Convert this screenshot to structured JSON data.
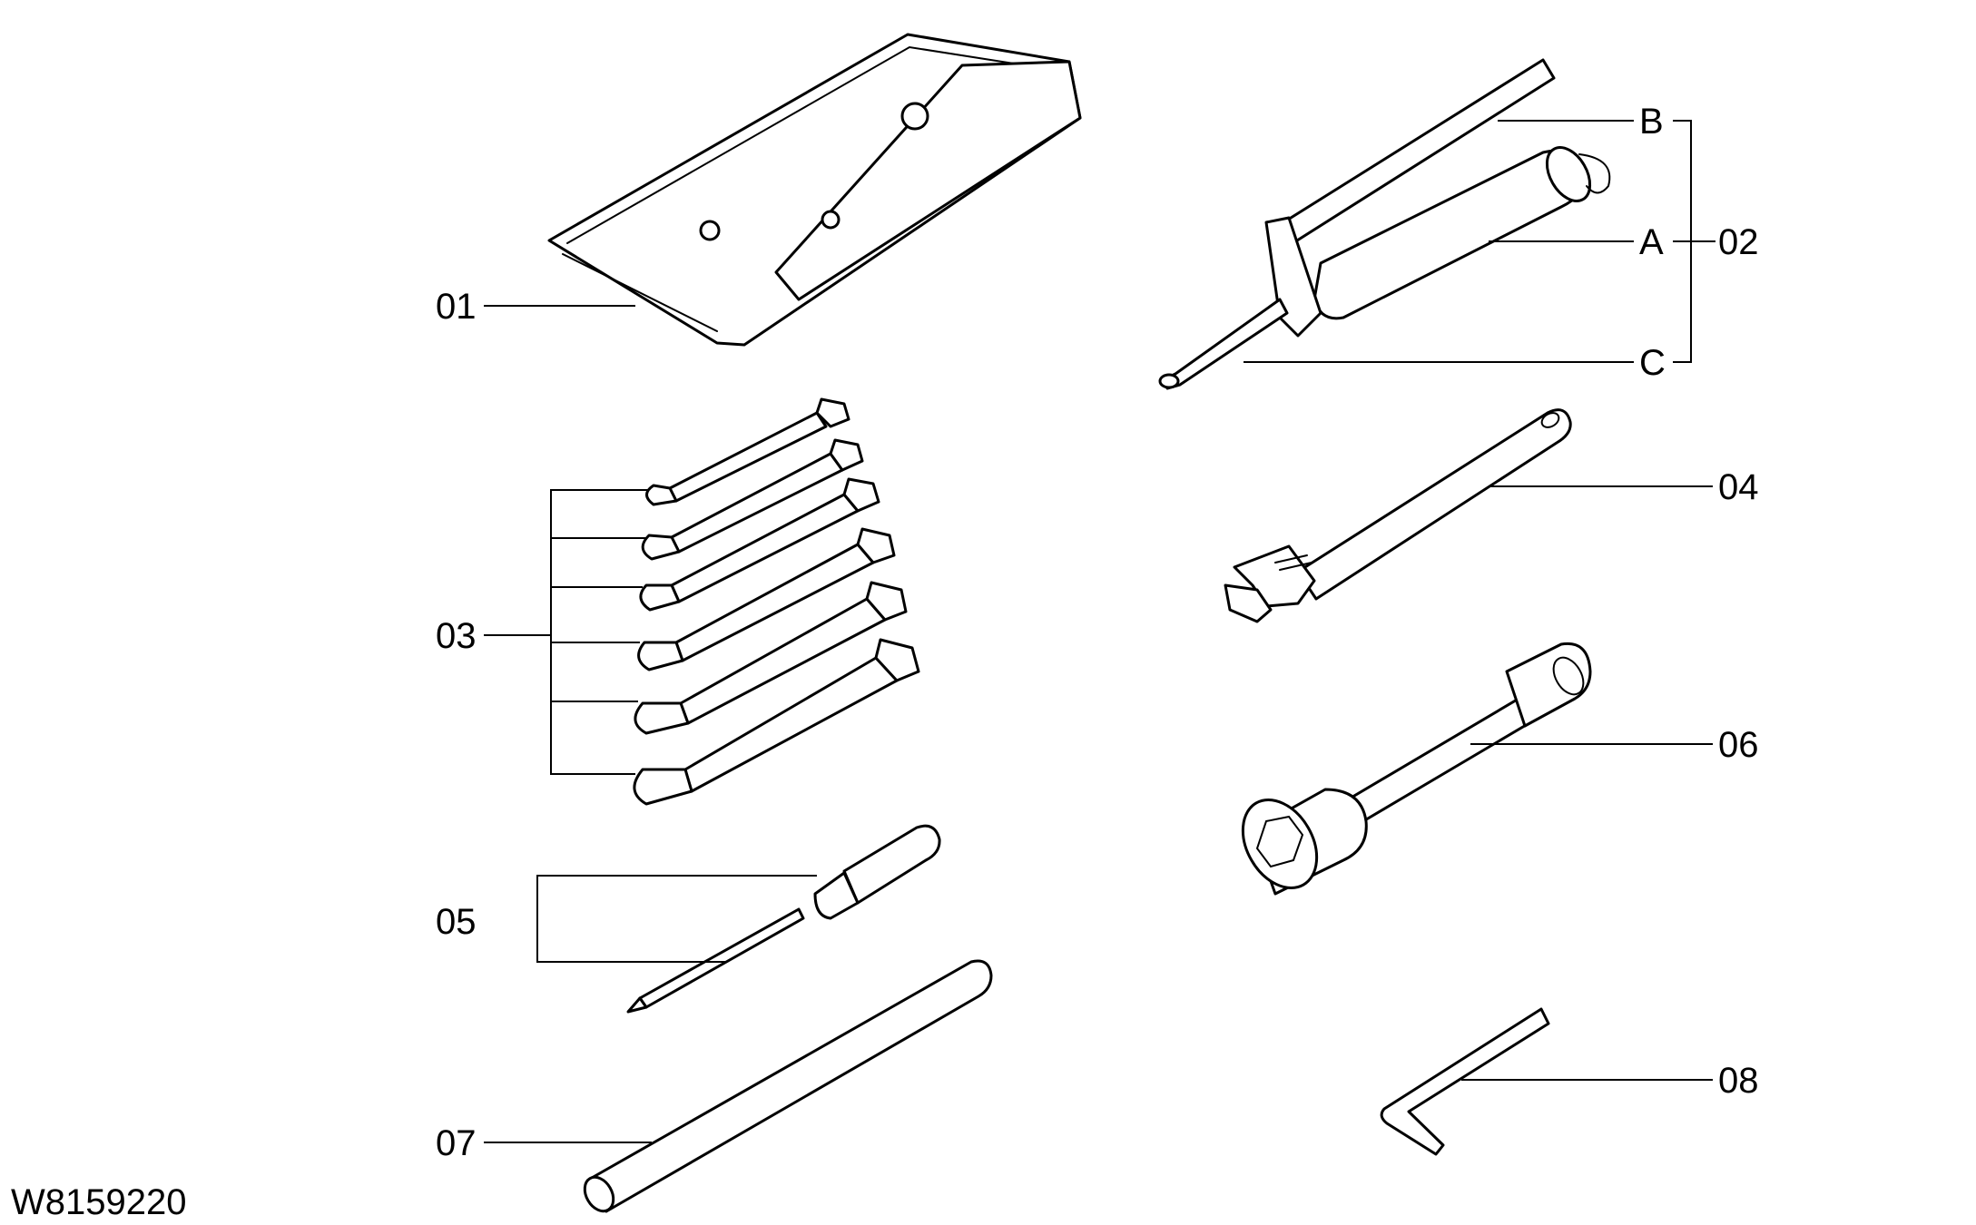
{
  "drawing_id": "W8159220",
  "callouts": {
    "c01": "01",
    "c02": "02",
    "c03": "03",
    "c04": "04",
    "c05": "05",
    "c06": "06",
    "c07": "07",
    "c08": "08",
    "sub_a": "A",
    "sub_b": "B",
    "sub_c": "C"
  }
}
